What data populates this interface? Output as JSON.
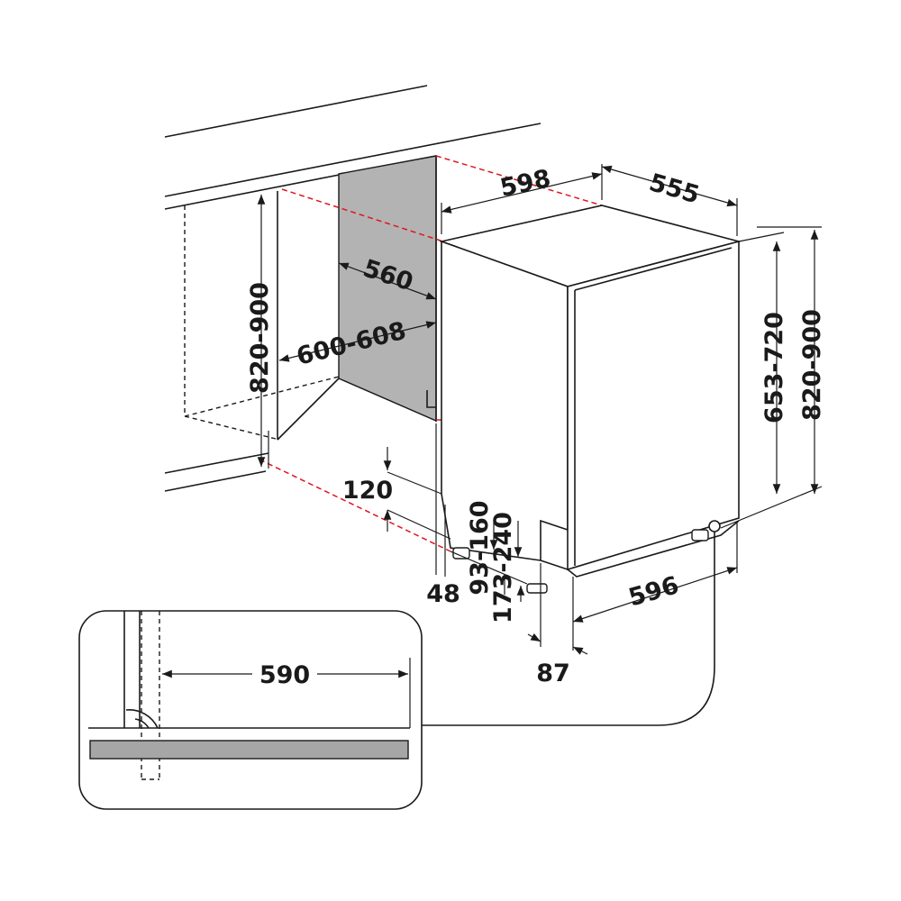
{
  "dimensions": {
    "top_width": "598",
    "top_depth": "555",
    "niche_depth": "560",
    "niche_width": "600-608",
    "niche_height_left": "820-900",
    "toe_height": "120",
    "door_gap": "48",
    "foot_range_a": "93-160",
    "foot_range_b": "173-240",
    "door_height": "653-720",
    "total_height_right": "820-900",
    "front_width": "596",
    "foot_offset": "87",
    "detail_width": "590"
  },
  "colors": {
    "line": "#1a1a1a",
    "hidden_guides": "#e0141e",
    "niche_panel": "#b3b3b3",
    "detail_board": "#a6a6a6"
  }
}
